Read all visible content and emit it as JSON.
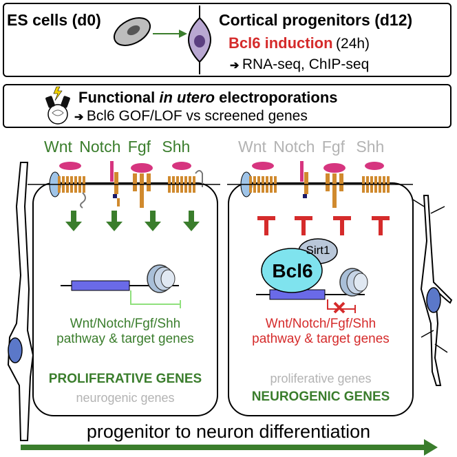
{
  "top_box": {
    "es_cells": "ES cells (d0)",
    "cortical_progenitors": "Cortical progenitors (d12)",
    "bcl6_induction": "Bcl6 induction",
    "duration": "(24h)",
    "assays": "RNA-seq, ChIP-seq"
  },
  "second_box": {
    "title_prefix": "Functional",
    "title_italic": "in utero",
    "title_suffix": "electroporations",
    "subtitle": "Bcl6 GOF/LOF vs screened genes"
  },
  "pathways": {
    "left": [
      "Wnt",
      "Notch",
      "Fgf",
      "Shh"
    ],
    "right": [
      "Wnt",
      "Notch",
      "Fgf",
      "Shh"
    ]
  },
  "left_cell": {
    "target_line1": "Wnt/Notch/Fgf/Shh",
    "target_line2": "pathway & target genes",
    "major_genes": "PROLIFERATIVE GENES",
    "minor_genes": "neurogenic genes"
  },
  "right_cell": {
    "bcl6": "Bcl6",
    "sirt1": "Sirt1",
    "target_line1": "Wnt/Notch/Fgf/Shh",
    "target_line2": "pathway & target genes",
    "minor_genes": "proliferative genes",
    "major_genes": "NEUROGENIC GENES"
  },
  "bottom_arrow": "progenitor to neuron differentiation",
  "colors": {
    "green": "#3a7d2c",
    "red": "#d52b2b",
    "grey": "#b3b3b3",
    "receptor_orange": "#d08a2e",
    "ligand_magenta": "#d6357f",
    "dna_blue": "#6a6ae8",
    "bcl6_cyan": "#7fe3ee"
  }
}
